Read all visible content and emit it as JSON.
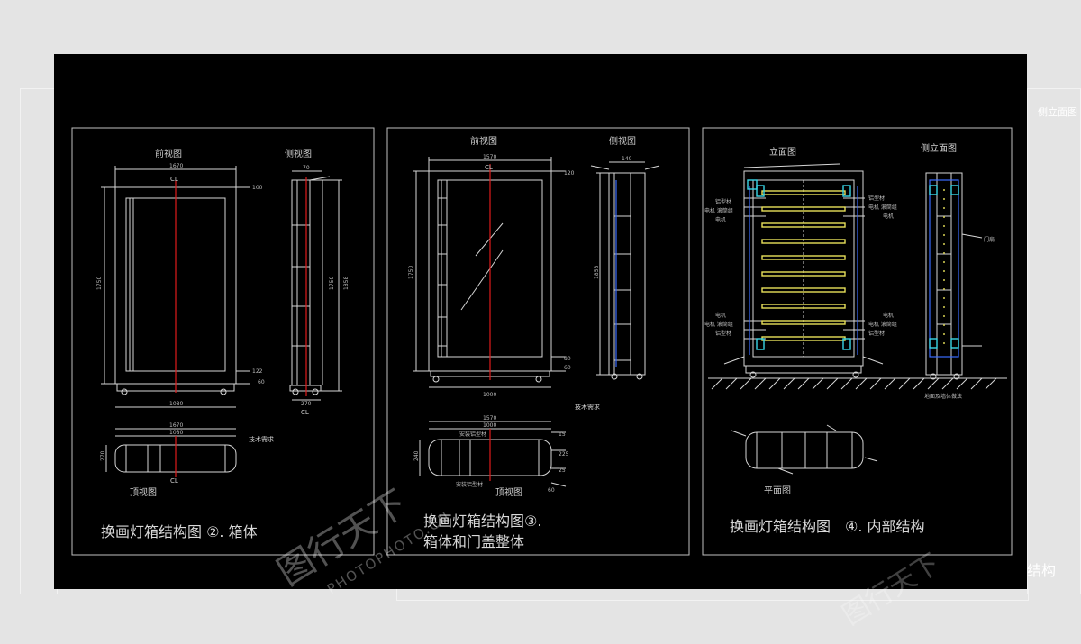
{
  "background_right": {
    "view_title": "侧立面图",
    "caption_fragment": "结构"
  },
  "panels": [
    {
      "caption": "换画灯箱结构图 ②. 箱体",
      "front_view": "前视图",
      "side_view": "侧视图",
      "top_view": "顶视图",
      "center_mark": "CL",
      "note": "技术需求",
      "dims": {
        "top_width": "1670",
        "overall_height": "1750",
        "side_height": "1858",
        "bottom_width": "1080",
        "depth": "270",
        "top_offset": "100",
        "base_a": "122",
        "base_b": "60",
        "side_depth": "70",
        "top_bar_width": "1670",
        "top_bar_inner": "1080",
        "top_depth": "270"
      }
    },
    {
      "caption_line1": "换画灯箱结构图③.",
      "caption_line2": "箱体和门盖整体",
      "front_view": "前视图",
      "side_view": "侧视图",
      "top_view": "顶视图",
      "center_mark": "CL",
      "note": "技术需求",
      "dims": {
        "top_width": "1570",
        "overall_height": "1750",
        "side_height": "1858",
        "bottom_width": "1000",
        "top_offset": "120",
        "base_a": "80",
        "base_b": "60",
        "side_depth": "140",
        "top_bar_width": "1570",
        "top_bar_inner": "1000",
        "top_depth": "240",
        "small_a": "15",
        "small_b": "225",
        "small_c": "25",
        "small_d": "60"
      },
      "top_labels": [
        "安装铝型材",
        "安装铝型材"
      ]
    },
    {
      "caption": "换画灯箱结构图　④. 内部结构",
      "elevation_view": "立面图",
      "side_elevation_view": "侧立面图",
      "plan_view": "平面图",
      "door_label": "门扇",
      "ground_note": "地面及墙体做法",
      "left_labels": [
        "铝型材",
        "电机 滚筒组",
        "电机"
      ],
      "right_labels": [
        "铝型材",
        "电机 滚筒组",
        "电机"
      ],
      "left_labels_bottom": [
        "电机",
        "电机 滚筒组",
        "铝型材"
      ],
      "right_labels_bottom": [
        "电机",
        "电机 滚筒组",
        "铝型材"
      ]
    }
  ],
  "watermark": {
    "logo_text": "图行天下",
    "url_text": "PHOTOPHOTO.CN"
  },
  "colors": {
    "line": "#d6d6d6",
    "centerline": "#e01a1a",
    "blue": "#3a6cff",
    "yellow": "#e8e05a",
    "cyan": "#39d6e6"
  }
}
